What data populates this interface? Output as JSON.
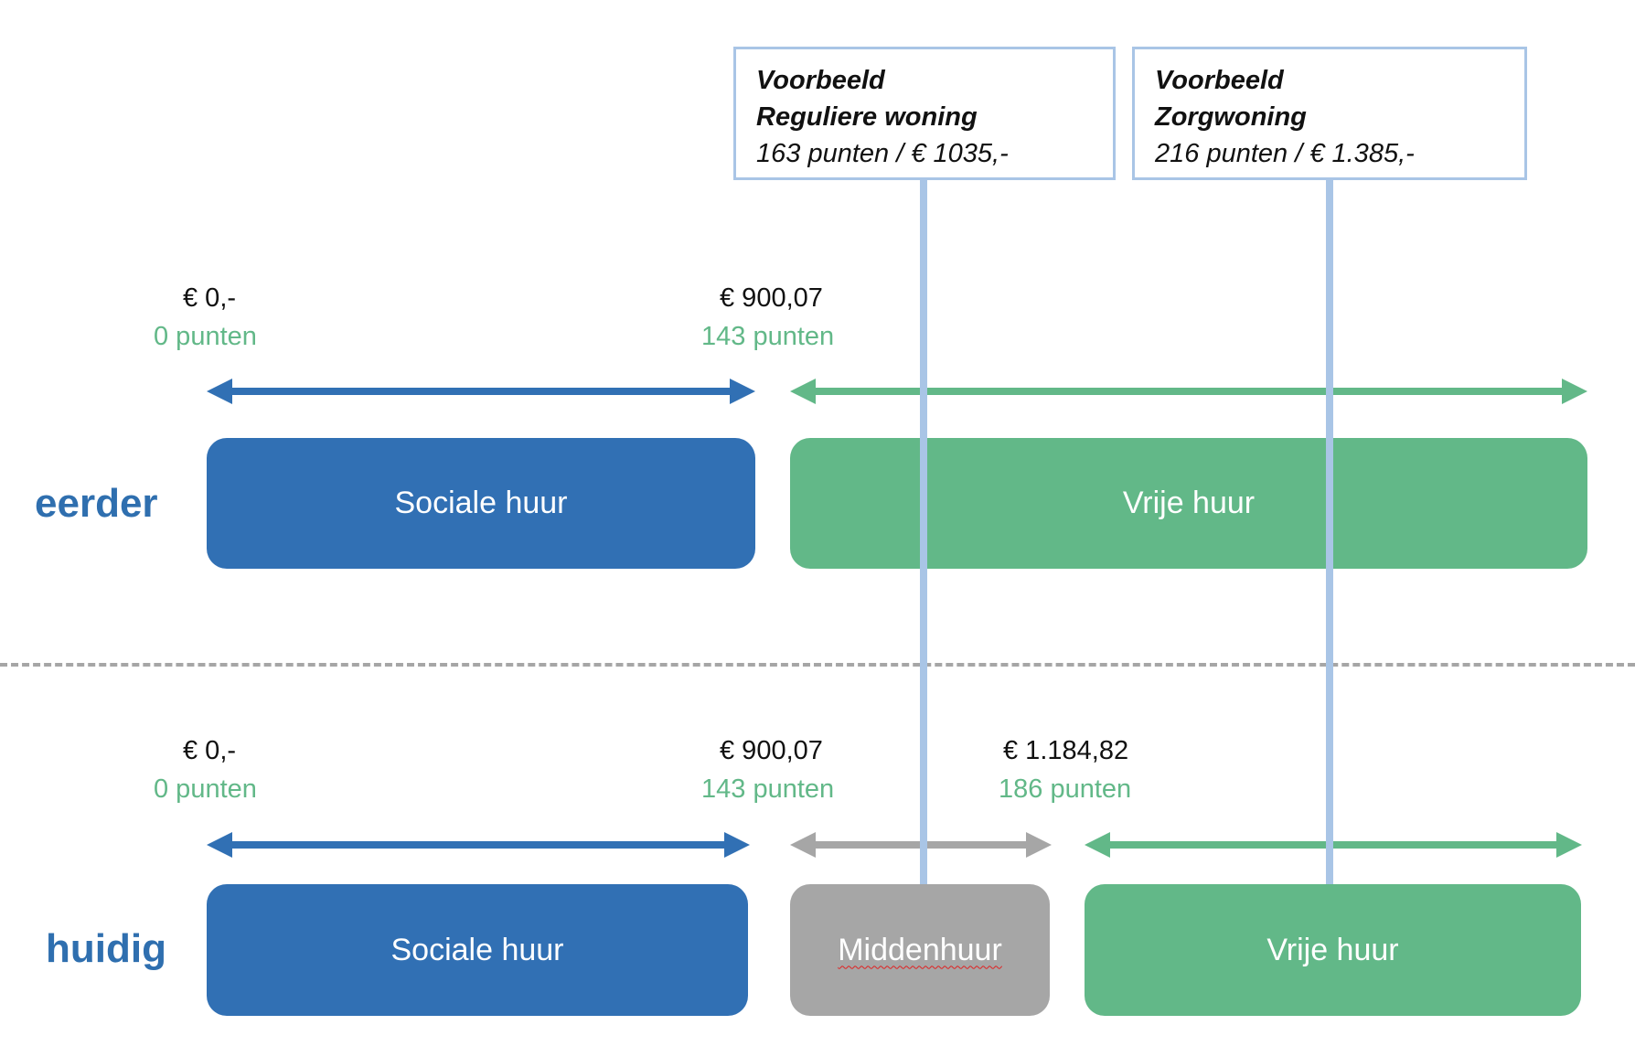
{
  "callouts": [
    {
      "title": "Voorbeeld",
      "subtitle": "Reguliere woning",
      "detail": "163 punten / € 1035,-"
    },
    {
      "title": "Voorbeeld",
      "subtitle": "Zorgwoning",
      "detail": "216 punten / € 1.385,-"
    }
  ],
  "rows": {
    "eerder": {
      "label": "eerder",
      "markers": [
        {
          "price": "€ 0,-",
          "points": "0 punten"
        },
        {
          "price": "€ 900,07",
          "points": "143 punten"
        }
      ],
      "blocks": [
        {
          "label": "Sociale huur",
          "color": "#3170b4"
        },
        {
          "label": "Vrije huur",
          "color": "#62b888"
        }
      ]
    },
    "huidig": {
      "label": "huidig",
      "markers": [
        {
          "price": "€ 0,-",
          "points": "0 punten"
        },
        {
          "price": "€ 900,07",
          "points": "143 punten"
        },
        {
          "price": "€ 1.184,82",
          "points": "186 punten"
        }
      ],
      "blocks": [
        {
          "label": "Sociale huur",
          "color": "#3170b4"
        },
        {
          "label": "Middenhuur",
          "color": "#a6a6a6"
        },
        {
          "label": "Vrije huur",
          "color": "#62b888"
        }
      ]
    }
  },
  "colors": {
    "blue": "#3170b4",
    "green": "#62b888",
    "grey": "#a6a6a6",
    "callout_border": "#a9c5e6"
  }
}
